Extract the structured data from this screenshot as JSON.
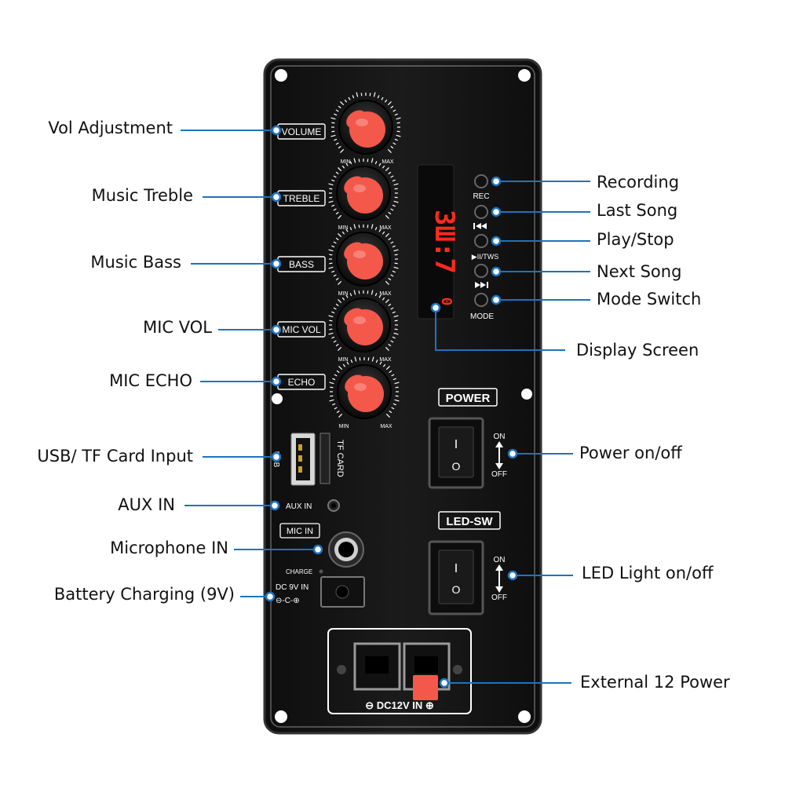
{
  "callouts": {
    "vol_adjustment": "Vol Adjustment",
    "music_treble": "Music Treble",
    "music_bass": "Music Bass",
    "mic_vol": "MIC VOL",
    "mic_echo": "MIC ECHO",
    "usb_tf_input": "USB/ TF Card Input",
    "aux_in": "AUX IN",
    "microphone_in": "Microphone IN",
    "battery_charging": "Battery Charging (9V)",
    "recording": "Recording",
    "last_song": "Last Song",
    "play_stop": "Play/Stop",
    "next_song": "Next Song",
    "mode_switch": "Mode Switch",
    "display_screen": "Display Screen",
    "power_onoff": "Power on/off",
    "led_onoff": "LED Light on/off",
    "external_power": "External 12 Power"
  },
  "panel": {
    "knobs": {
      "volume": "VOLUME",
      "treble": "TREBLE",
      "bass": "BASS",
      "mic_vol": "MIC VOL",
      "echo": "ECHO",
      "min": "MIN",
      "max": "MAX"
    },
    "buttons": {
      "rec": "REC",
      "play_tws": "▶II/TWS",
      "mode": "MODE"
    },
    "display": {
      "line1": "3Ш:7",
      "line2": "0"
    },
    "ports": {
      "usb": "USB",
      "tf_card": "TF CARD",
      "aux_in": "AUX IN",
      "mic_in": "MIC IN",
      "charge": "CHARGE",
      "dc_9v_in": "DC 9V IN",
      "polarity": "⊖-C-⊕"
    },
    "switches": {
      "power": "POWER",
      "led_sw": "LED-SW",
      "on": "ON",
      "off": "OFF",
      "on_symbol": "I",
      "off_symbol": "O"
    },
    "terminal": {
      "label": "⊖ DC12V IN ⊕"
    }
  },
  "colors": {
    "callout_line": "#1e73be",
    "panel": "#151515",
    "knob_red": "#f4584a",
    "led_red": "#ff2a1e"
  }
}
